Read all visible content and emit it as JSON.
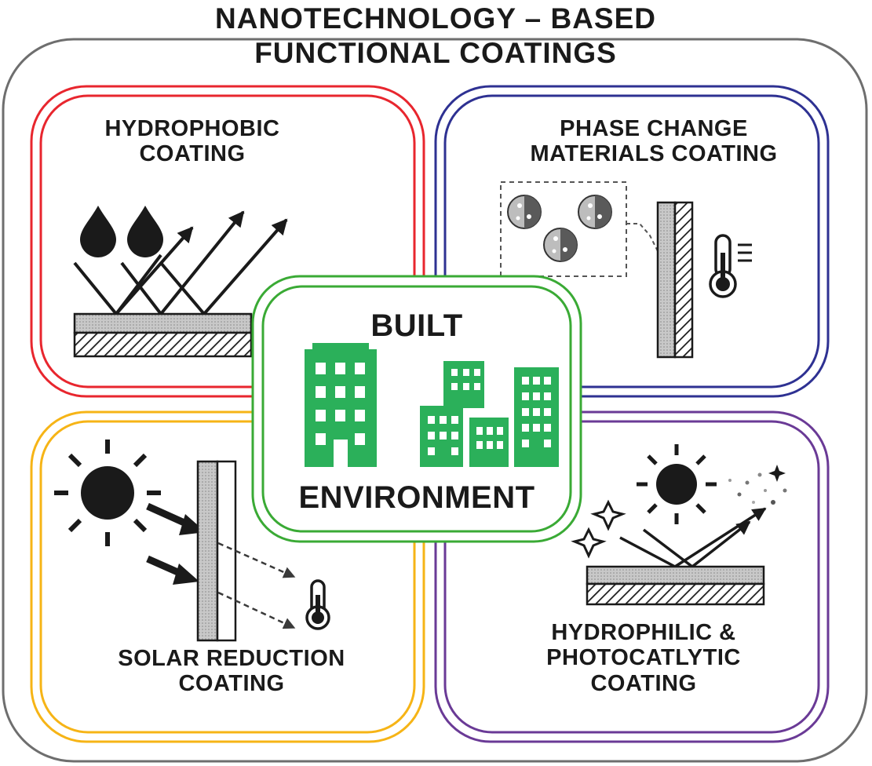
{
  "title": {
    "line1": "NANOTECHNOLOGY – BASED",
    "line2": "FUNCTIONAL COATINGS"
  },
  "quadrants": {
    "top_left": {
      "line1": "HYDROPHOBIC",
      "line2": "COATING"
    },
    "top_right": {
      "line1": "PHASE CHANGE",
      "line2": "MATERIALS COATING"
    },
    "bottom_left": {
      "line1": "SOLAR REDUCTION",
      "line2": "COATING"
    },
    "bottom_right": {
      "line1": "HYDROPHILIC &",
      "line2": "PHOTOCATLYTIC",
      "line3": "COATING"
    }
  },
  "center": {
    "top": "BUILT",
    "bottom": "ENVIRONMENT"
  },
  "colors": {
    "outer_border": "#6e6e6e",
    "hydrophobic": "#e8262e",
    "phase_change": "#2e3192",
    "solar_reduction": "#f6b416",
    "photocatalytic": "#6a3a96",
    "built_environment": "#3aaa35",
    "buildings": "#2bb05a",
    "ink": "#1a1a1a"
  },
  "icons": [
    "water-drop-icon",
    "arrow-icon",
    "coating-layer-icon",
    "particle-icon",
    "thermometer-icon",
    "sun-icon",
    "building-icon",
    "sparkle-icon"
  ]
}
